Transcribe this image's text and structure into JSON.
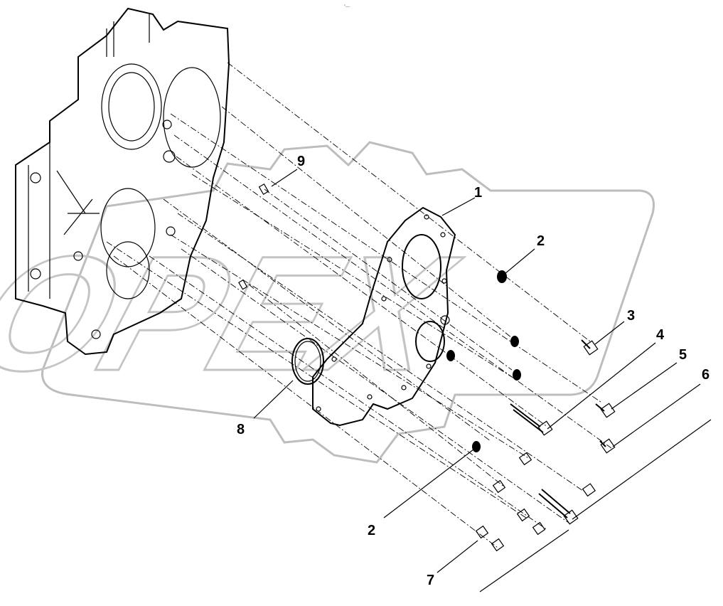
{
  "header": {
    "tiny_text": "“—"
  },
  "watermark": {
    "text": "OPEX"
  },
  "callouts": [
    {
      "id": "c1",
      "label": "1"
    },
    {
      "id": "c2a",
      "label": "2"
    },
    {
      "id": "c2b",
      "label": "2"
    },
    {
      "id": "c3",
      "label": "3"
    },
    {
      "id": "c4",
      "label": "4"
    },
    {
      "id": "c5",
      "label": "5"
    },
    {
      "id": "c6",
      "label": "6"
    },
    {
      "id": "c7",
      "label": "7"
    },
    {
      "id": "c8",
      "label": "8"
    },
    {
      "id": "c9",
      "label": "9"
    }
  ]
}
